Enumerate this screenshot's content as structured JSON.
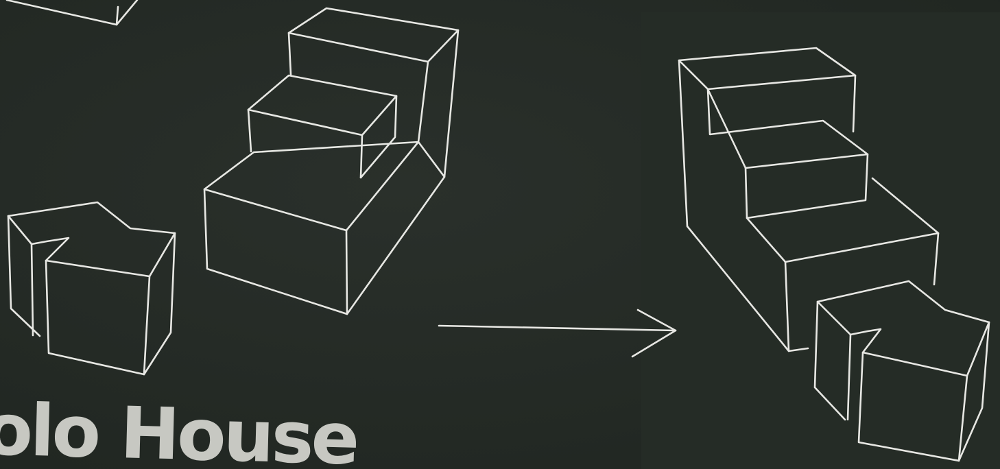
{
  "caption": {
    "text": "olo House"
  },
  "palette": {
    "board": "#242a25",
    "chalk": "#f2f2ee"
  },
  "elements": {
    "top_left_block": "partial-block-sketch",
    "small_block": "notched-cube-sketch",
    "stepped_block": "stepped-block-sketch",
    "arrow": "arrow-right-icon",
    "combined_block": "combined-house-sketch"
  }
}
